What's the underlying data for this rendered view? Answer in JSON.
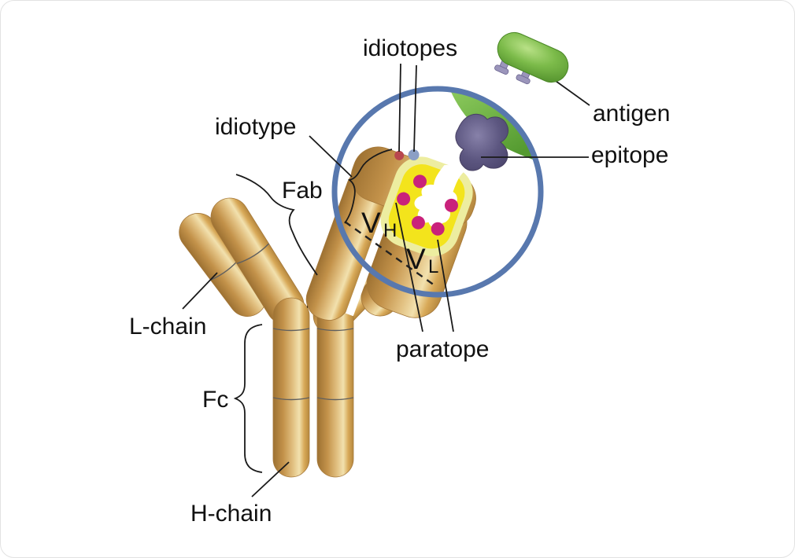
{
  "diagram": {
    "type": "antibody-structure-schematic",
    "background": "#ffffff"
  },
  "labels": {
    "idiotopes": "idiotopes",
    "idiotype": "idiotype",
    "fab": "Fab",
    "l_chain": "L-chain",
    "fc": "Fc",
    "h_chain": "H-chain",
    "paratope": "paratope",
    "antigen": "antigen",
    "epitope": "epitope",
    "v_h_main": "V",
    "v_h_sub": "H",
    "v_l_main": "V",
    "v_l_sub": "L"
  },
  "colors": {
    "antibody_gold_dark": "#9d7132",
    "antibody_gold_mid": "#c3924a",
    "antibody_gold_highlight": "#f2e1ae",
    "magnifier_circle_blue": "#5878ae",
    "binding_site_yellow_core": "#f3e41c",
    "binding_site_yellow_halo": "#ededa0",
    "idiotope_dot_magenta": "#c9227b",
    "idiotope_bump_red": "#b8474e",
    "idiotope_bump_blue": "#8b9fc5",
    "antigen_green": "#6fb13e",
    "epitope_purple": "#5a5478",
    "antigen_foot_lavender": "#9b95bb",
    "label_text": "#111111",
    "pointer_line": "#1a1a1a"
  }
}
